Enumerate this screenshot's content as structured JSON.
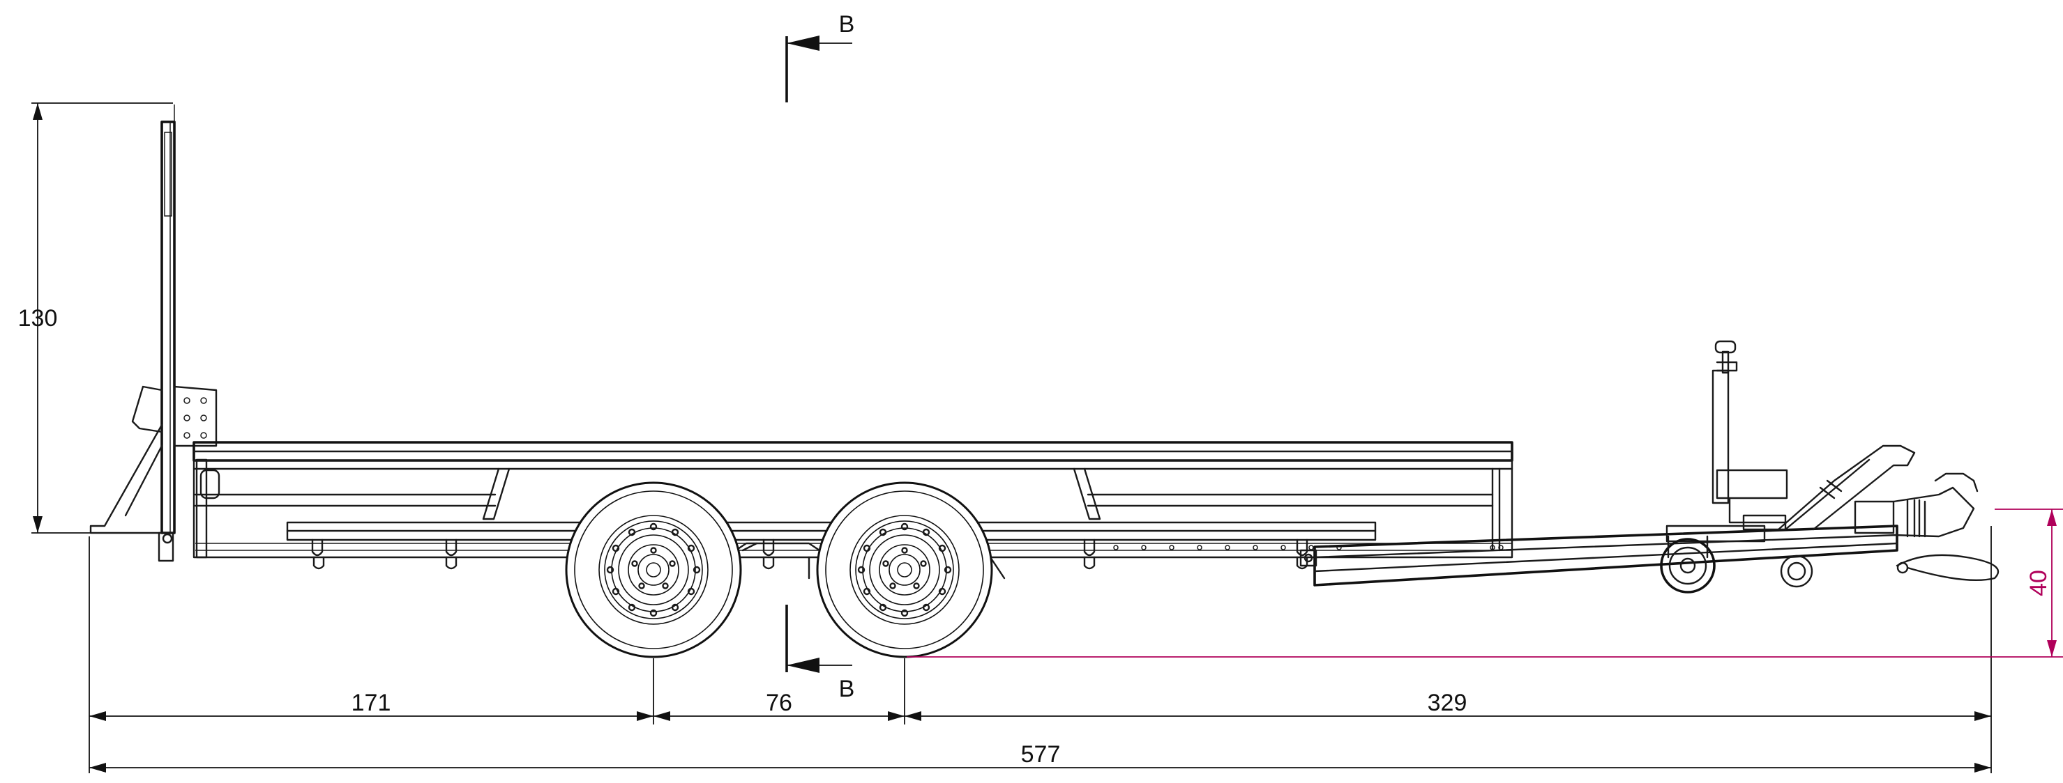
{
  "drawing": {
    "section_marker": "B",
    "dimensions": {
      "height_left": "130",
      "front_axle_offset": "171",
      "axle_spacing": "76",
      "rear_to_coupling": "329",
      "overall_length": "577",
      "coupling_height": "40"
    },
    "colors": {
      "line": "#1a1a1a",
      "dimension": "#111111",
      "highlight_dimension": "#b0005a",
      "background": "#ffffff"
    }
  }
}
